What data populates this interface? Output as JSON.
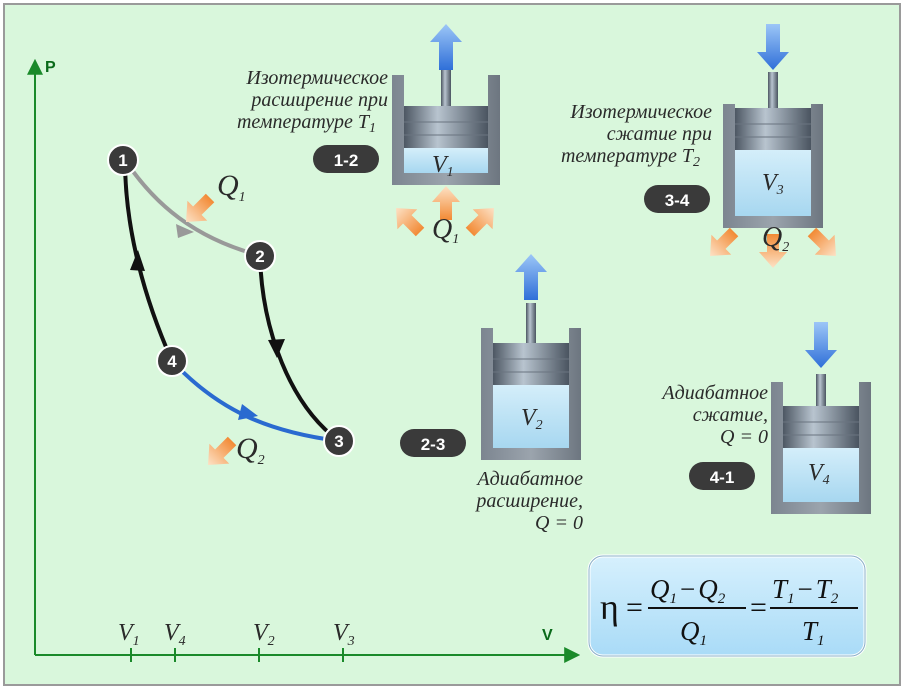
{
  "axes": {
    "p_label": "P",
    "v_label": "V"
  },
  "states": {
    "s1": "1",
    "s2": "2",
    "s3": "3",
    "s4": "4"
  },
  "heat_labels": {
    "q1": "Q",
    "q1_sub": "1",
    "q2": "Q",
    "q2_sub": "2"
  },
  "v_ticks": [
    {
      "main": "V",
      "sub": "1"
    },
    {
      "main": "V",
      "sub": "4"
    },
    {
      "main": "V",
      "sub": "2"
    },
    {
      "main": "V",
      "sub": "3"
    }
  ],
  "processes": {
    "p12": {
      "badge": "1-2",
      "desc_line1": "Изотермическое",
      "desc_line2": "расширение при",
      "desc_line3": "температуре T",
      "desc_sub": "1",
      "volume": "V",
      "volume_sub": "1",
      "heat": "Q",
      "heat_sub": "1"
    },
    "p34": {
      "badge": "3-4",
      "desc_line1": "Изотермическое",
      "desc_line2": "сжатие при",
      "desc_line3": "температуре T",
      "desc_sub": "2",
      "volume": "V",
      "volume_sub": "3",
      "heat": "Q",
      "heat_sub": "2"
    },
    "p23": {
      "badge": "2-3",
      "desc_line1": "Адиабатное",
      "desc_line2": "расширение,",
      "desc_line3": "Q = 0",
      "volume": "V",
      "volume_sub": "2"
    },
    "p41": {
      "badge": "4-1",
      "desc_line1": "Адиабатное",
      "desc_line2": "сжатие,",
      "desc_line3": "Q = 0",
      "volume": "V",
      "volume_sub": "4"
    }
  },
  "formula": {
    "eta": "η",
    "eq": "=",
    "num1_a": "Q",
    "num1_a_sub": "1",
    "minus": "−",
    "num1_b": "Q",
    "num1_b_sub": "2",
    "den1": "Q",
    "den1_sub": "1",
    "num2_a": "T",
    "num2_a_sub": "1",
    "num2_b": "T",
    "num2_b_sub": "2",
    "den2": "T",
    "den2_sub": "1"
  },
  "colors": {
    "background": "#d9f7dc",
    "frame": "#9a9a9a",
    "axis": "#1a8a2a",
    "isotherm_expansion": "#999999",
    "isotherm_compression": "#2a6ad0",
    "adiabat": "#111111",
    "node": "#3a3a3a",
    "heat_arrow": "#f5a050",
    "push_arrow": "#3a7ae0",
    "gas": "#bfe3f5",
    "formula_box": "#bfe6fb"
  }
}
